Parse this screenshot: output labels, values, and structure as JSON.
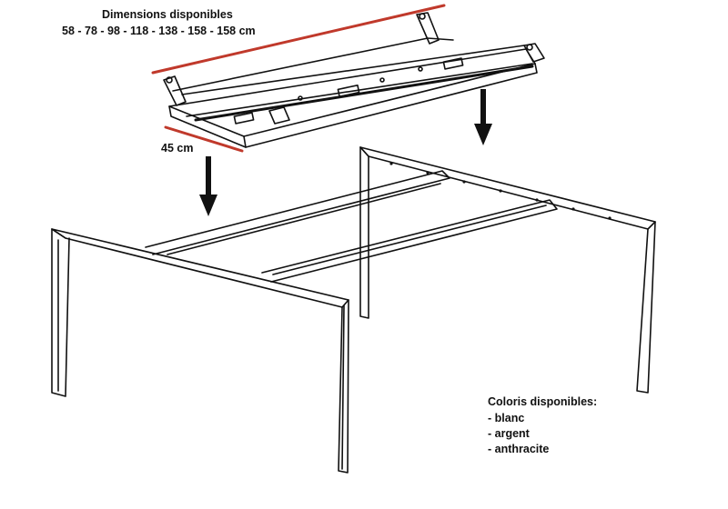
{
  "dimensions": {
    "title": "Dimensions disponibles",
    "sizes": "58 - 78 - 98 - 118 - 138 - 158 - 158 cm"
  },
  "depth": {
    "label": "45 cm"
  },
  "colors": {
    "title": "Coloris disponibles:",
    "items": [
      "- blanc",
      "- argent",
      "- anthracite"
    ]
  },
  "palette": {
    "line": "#111111",
    "measure_red": "#c0392b",
    "background": "#ffffff"
  }
}
